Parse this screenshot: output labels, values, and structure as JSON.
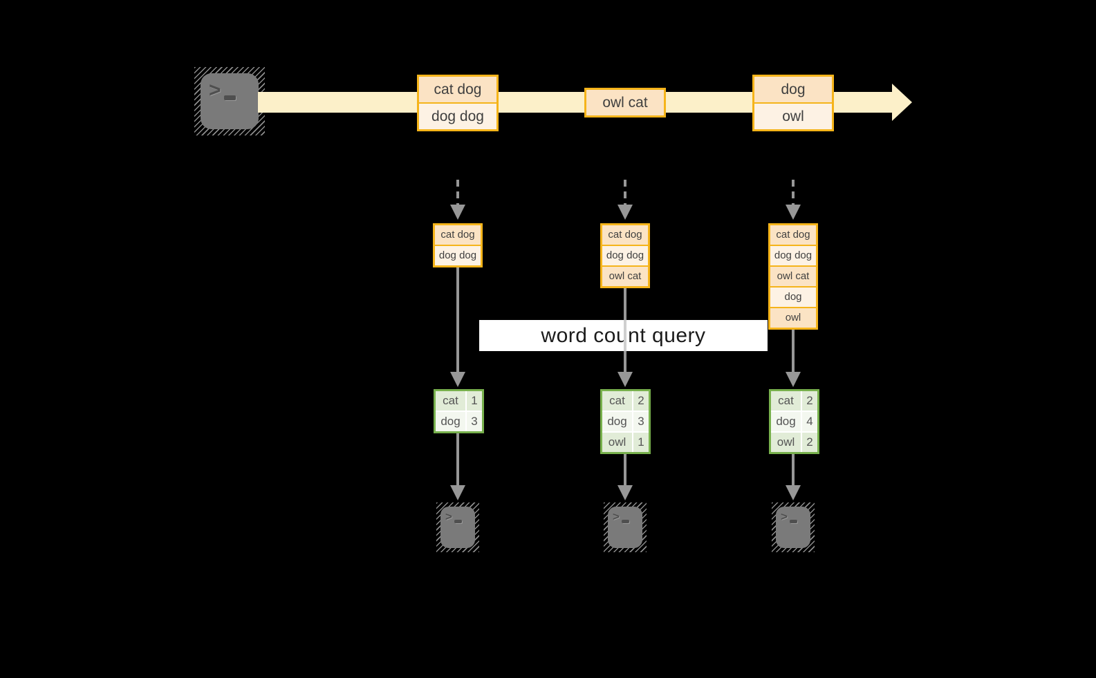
{
  "query": {
    "label": "word count query"
  },
  "stream": {
    "batches": [
      {
        "rows": [
          "cat dog",
          "dog dog"
        ]
      },
      {
        "rows": [
          "owl cat"
        ]
      },
      {
        "rows": [
          "dog",
          "owl"
        ]
      }
    ]
  },
  "columns": [
    {
      "input_rows": [
        "cat dog",
        "dog dog"
      ],
      "result": [
        {
          "word": "cat",
          "count": "1"
        },
        {
          "word": "dog",
          "count": "3"
        }
      ]
    },
    {
      "input_rows": [
        "cat dog",
        "dog dog",
        "owl cat"
      ],
      "result": [
        {
          "word": "cat",
          "count": "2"
        },
        {
          "word": "dog",
          "count": "3"
        },
        {
          "word": "owl",
          "count": "1"
        }
      ]
    },
    {
      "input_rows": [
        "cat dog",
        "dog dog",
        "owl cat",
        "dog",
        "owl"
      ],
      "result": [
        {
          "word": "cat",
          "count": "2"
        },
        {
          "word": "dog",
          "count": "4"
        },
        {
          "word": "owl",
          "count": "2"
        }
      ]
    }
  ],
  "icons": {
    "terminal_prompt": ">"
  },
  "colors": {
    "background": "#000000",
    "stream_band": "#fcf0c9",
    "box_border_orange": "#f5b41a",
    "cell_peach": "#fbe3c4",
    "cell_cream": "#fdf2e4",
    "table_border_green": "#77b04c",
    "cell_green": "#e1ecd7",
    "cell_green_light": "#f3f7ef",
    "arrow_gray": "#979797",
    "terminal_gray": "#7a7a7a",
    "query_box": "#ffffff"
  }
}
